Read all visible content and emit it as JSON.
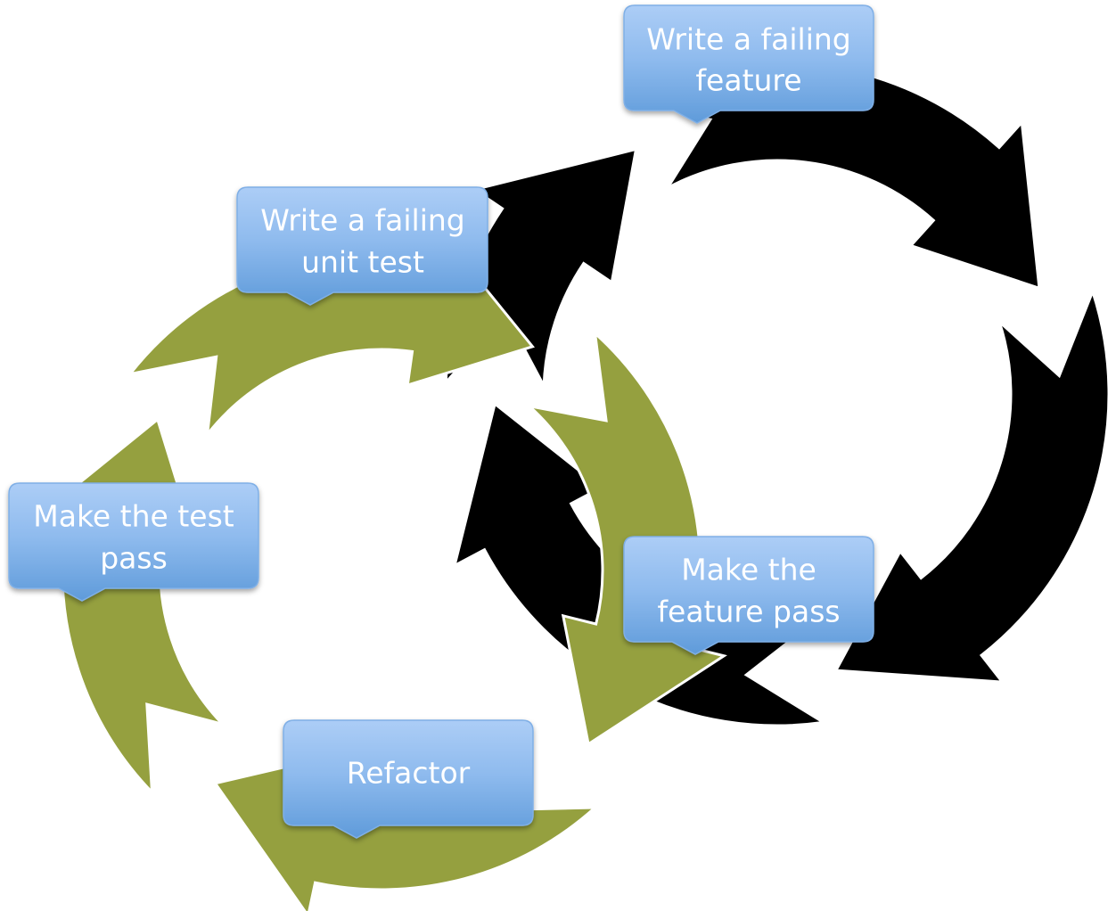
{
  "colors": {
    "outer_cycle": "#000000",
    "inner_cycle": "#95A03F",
    "callout_top": "#ACCDF6",
    "callout_bottom": "#5F9BDA",
    "callout_border": "#7FAFE6",
    "label_text": "#FFFFFF"
  },
  "outer_cycle": {
    "steps": [
      {
        "id": "write-failing-feature",
        "lines": [
          "Write a failing",
          "feature"
        ]
      },
      {
        "id": "make-feature-pass",
        "lines": [
          "Make the",
          "feature pass"
        ]
      }
    ]
  },
  "inner_cycle": {
    "steps": [
      {
        "id": "write-failing-unit-test",
        "lines": [
          "Write a failing",
          "unit test"
        ]
      },
      {
        "id": "make-test-pass",
        "lines": [
          "Make the test",
          "pass"
        ]
      },
      {
        "id": "refactor",
        "lines": [
          "Refactor"
        ]
      }
    ]
  }
}
